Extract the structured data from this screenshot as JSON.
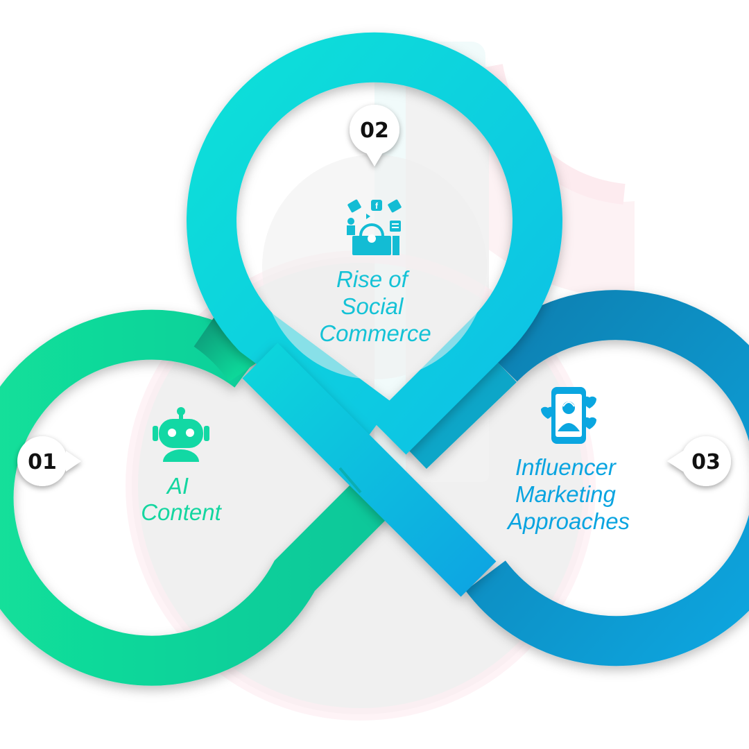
{
  "steps": [
    {
      "number": "01",
      "label_lines": [
        "AI",
        "Content"
      ],
      "icon": "robot-icon",
      "color": "#0cd9a4"
    },
    {
      "number": "02",
      "label_lines": [
        "Rise of",
        "Social",
        "Commerce"
      ],
      "icon": "social-commerce-icon",
      "color": "#10c6d8"
    },
    {
      "number": "03",
      "label_lines": [
        "Influencer",
        "Marketing",
        "Approaches"
      ],
      "icon": "influencer-phone-icon",
      "color": "#0aa4e0"
    }
  ],
  "colors": {
    "green": "#0fdc9c",
    "cyan": "#0bd7de",
    "blue": "#0aa8e2",
    "background_disc": "#efefef"
  }
}
